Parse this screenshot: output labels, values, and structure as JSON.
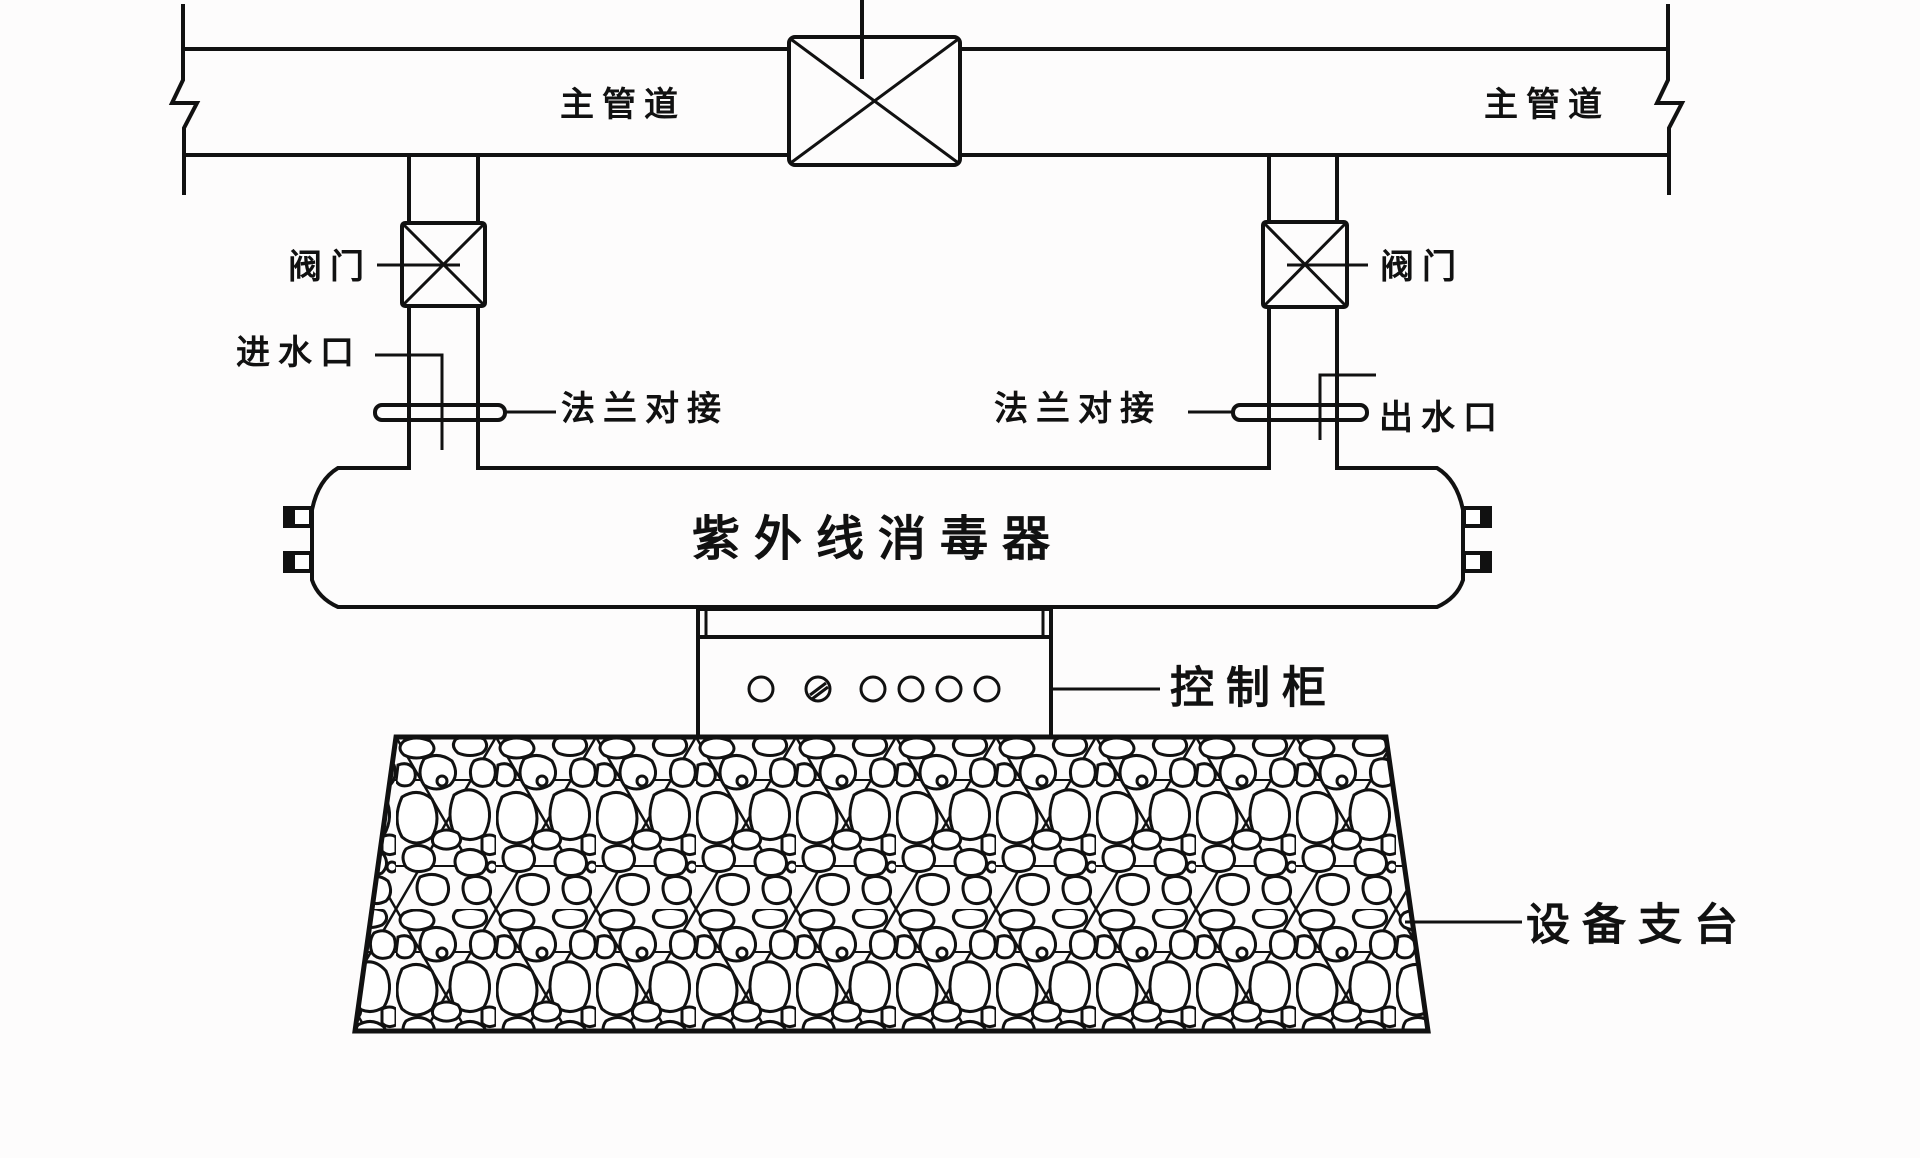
{
  "diagram": {
    "title": "紫外线消毒器安装示意图",
    "labels": {
      "main_pipe_left": "主管道",
      "main_pipe_right": "主管道",
      "valve_left": "阀门",
      "valve_right": "阀门",
      "inlet": "进水口",
      "outlet": "出水口",
      "flange_left": "法兰对接",
      "flange_right": "法兰对接",
      "uv_disinfector": "紫外线消毒器",
      "control_cabinet": "控制柜",
      "equipment_base": "设备支台"
    },
    "components": [
      {
        "id": "main-pipe",
        "name": "主管道"
      },
      {
        "id": "bypass-valve",
        "name": "阀门"
      },
      {
        "id": "inlet-valve",
        "name": "阀门"
      },
      {
        "id": "outlet-valve",
        "name": "阀门"
      },
      {
        "id": "inlet-flange",
        "name": "法兰对接"
      },
      {
        "id": "outlet-flange",
        "name": "法兰对接"
      },
      {
        "id": "uv-disinfector",
        "name": "紫外线消毒器"
      },
      {
        "id": "control-cabinet",
        "name": "控制柜",
        "indicator_count": 6
      },
      {
        "id": "equipment-base",
        "name": "设备支台"
      }
    ],
    "edges": [
      {
        "from": "main-pipe",
        "to": "inlet-valve"
      },
      {
        "from": "inlet-valve",
        "to": "inlet-flange"
      },
      {
        "from": "inlet-flange",
        "to": "uv-disinfector"
      },
      {
        "from": "uv-disinfector",
        "to": "outlet-flange"
      },
      {
        "from": "outlet-flange",
        "to": "outlet-valve"
      },
      {
        "from": "outlet-valve",
        "to": "main-pipe"
      },
      {
        "from": "uv-disinfector",
        "to": "control-cabinet"
      },
      {
        "from": "control-cabinet",
        "to": "equipment-base"
      }
    ]
  }
}
